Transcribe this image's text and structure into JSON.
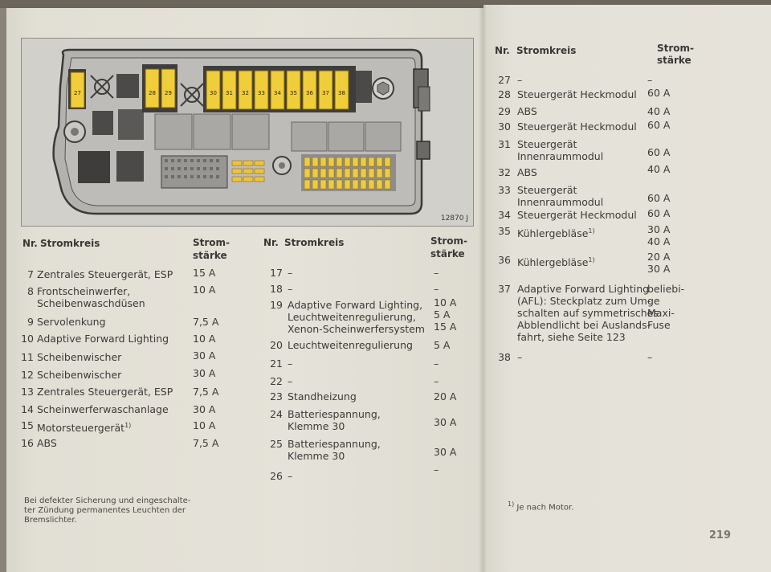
{
  "diagram": {
    "code": "12870 J",
    "fuse_labels": [
      "27",
      "28",
      "29",
      "30",
      "31",
      "32",
      "33",
      "34",
      "35",
      "36",
      "37",
      "38"
    ]
  },
  "headers": {
    "nr": "Nr.",
    "circuit": "Stromkreis",
    "current_1": "Strom-",
    "current_2": "stärke"
  },
  "col1": [
    {
      "nr": "7",
      "text": "Zentrales Steuergerät, ESP",
      "value": "15 A"
    },
    {
      "nr": "8",
      "text": "Frontscheinwerfer,\nScheibenwaschdüsen",
      "value": "10 A"
    },
    {
      "nr": "9",
      "text": "Servolenkung",
      "value": "7,5 A"
    },
    {
      "nr": "10",
      "text": "Adaptive Forward Lighting",
      "value": "10 A"
    },
    {
      "nr": "11",
      "text": "Scheibenwischer",
      "value": "30 A"
    },
    {
      "nr": "12",
      "text": "Scheibenwischer",
      "value": "30 A"
    },
    {
      "nr": "13",
      "text": "Zentrales Steuergerät, ESP",
      "value": "7,5 A"
    },
    {
      "nr": "14",
      "text": "Scheinwerferwaschanlage",
      "value": "30 A"
    },
    {
      "nr": "15",
      "text": "Motorsteuergerät",
      "sup": "1)",
      "value": "10 A"
    },
    {
      "nr": "16",
      "text": "ABS",
      "value": "7,5 A"
    }
  ],
  "col2": [
    {
      "nr": "17",
      "text": "–",
      "value": "–"
    },
    {
      "nr": "18",
      "text": "–",
      "value": "–"
    },
    {
      "nr": "19",
      "text": "Adaptive Forward Lighting,\nLeuchtweitenregulierung,\nXenon-Scheinwerfersystem",
      "value": "10 A\n5 A\n15 A"
    },
    {
      "nr": "20",
      "text": "Leuchtweitenregulierung",
      "value": "5 A"
    },
    {
      "nr": "21",
      "text": "–",
      "value": "–"
    },
    {
      "nr": "22",
      "text": "–",
      "value": "–"
    },
    {
      "nr": "23",
      "text": "Standheizung",
      "value": "20 A"
    },
    {
      "nr": "24",
      "text": "Batteriespannung,\nKlemme 30",
      "value": "30 A"
    },
    {
      "nr": "25",
      "text": "Batteriespannung,\nKlemme 30",
      "value": "30 A"
    },
    {
      "nr": "26",
      "text": "–",
      "value": "–"
    }
  ],
  "col3": [
    {
      "nr": "27",
      "text": "–",
      "value": "–"
    },
    {
      "nr": "28",
      "text": "Steuergerät Heckmodul",
      "value": "60 A"
    },
    {
      "nr": "29",
      "text": "ABS",
      "value": "40 A"
    },
    {
      "nr": "30",
      "text": "Steuergerät Heckmodul",
      "value": "60 A"
    },
    {
      "nr": "31",
      "text": "Steuergerät\nInnenraummodul",
      "value": "60 A"
    },
    {
      "nr": "32",
      "text": "ABS",
      "value": "40 A"
    },
    {
      "nr": "33",
      "text": "Steuergerät\nInnenraummodul",
      "value": "60 A"
    },
    {
      "nr": "34",
      "text": "Steuergerät Heckmodul",
      "value": "60 A"
    },
    {
      "nr": "35",
      "text": "Kühlergebläse",
      "sup": "1)",
      "value": "30 A\n40 A"
    },
    {
      "nr": "36",
      "text": "Kühlergebläse",
      "sup": "1)",
      "value": "20 A\n30 A"
    },
    {
      "nr": "37",
      "text": "Adaptive Forward Lighting\n(AFL): Steckplatz zum Um-\nschalten auf symmetrisches\nAbblendlicht bei Auslands-\nfahrt, siehe Seite 123",
      "value": "beliebi-\nge\nMaxi-\nFuse"
    },
    {
      "nr": "38",
      "text": "–",
      "value": "–"
    }
  ],
  "footnote_left": "Bei defekter Sicherung und eingeschalte-\nter Zündung permanentes Leuchten der\nBremslichter.",
  "footnote_right": {
    "mark": "1)",
    "text": "Je nach Motor."
  },
  "page_number": "219"
}
